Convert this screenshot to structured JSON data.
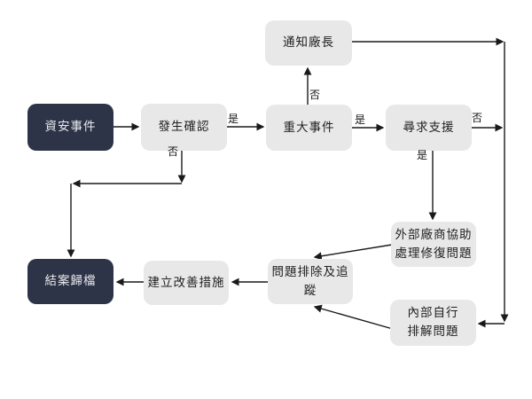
{
  "diagram": {
    "type": "flowchart",
    "language": "zh-Hant",
    "nodes": {
      "incident": {
        "label": "資安事件",
        "style": "dark"
      },
      "confirm": {
        "label": "發生確認",
        "style": "light"
      },
      "notify": {
        "label": "通知廠長",
        "style": "light"
      },
      "major": {
        "label": "重大事件",
        "style": "light"
      },
      "support": {
        "label": "尋求支援",
        "style": "light"
      },
      "external": {
        "line1": "外部廠商協助",
        "line2": "處理修復問題",
        "style": "light"
      },
      "archive": {
        "label": "結案歸檔",
        "style": "dark"
      },
      "improve": {
        "label": "建立改善措施",
        "style": "light"
      },
      "track": {
        "label": "問題排除及追蹤",
        "style": "light"
      },
      "internal": {
        "line1": "內部自行",
        "line2": "排解問題",
        "style": "light"
      }
    },
    "edge_labels": {
      "confirm_yes": "是",
      "confirm_no": "否",
      "major_no": "否",
      "major_yes": "是",
      "support_no": "否",
      "support_yes": "是"
    },
    "edges": [
      "資安事件 → 發生確認",
      "發生確認 →(是) 重大事件",
      "發生確認 →(否) 結案歸檔",
      "重大事件 →(否) 通知廠長",
      "重大事件 →(是) 尋求支援",
      "通知廠長 → 內部自行排解問題",
      "尋求支援 →(否) 內部自行排解問題",
      "尋求支援 →(是) 外部廠商協助處理修復問題",
      "外部廠商協助處理修復問題 → 問題排除及追蹤",
      "內部自行排解問題 → 問題排除及追蹤",
      "問題排除及追蹤 → 建立改善措施",
      "建立改善措施 → 結案歸檔"
    ],
    "colors": {
      "background": "#ffffff",
      "dark_node_fill": "#2d3447",
      "dark_node_text": "#e9ebee",
      "light_node_fill": "#e8e8e8",
      "light_node_text": "#1f1f1f",
      "line": "#1a1a1a"
    }
  }
}
